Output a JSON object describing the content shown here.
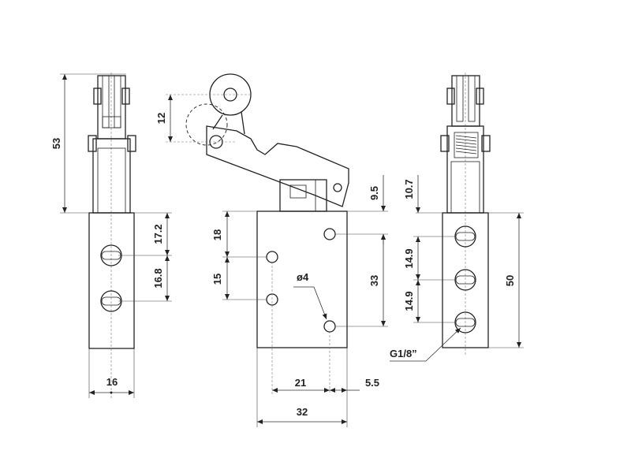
{
  "drawing": {
    "dimensions": {
      "left_height": "53",
      "left_upper_spacing": "17.2",
      "left_lower_spacing": "16.8",
      "left_width": "16",
      "mid_roller_offset": "12",
      "mid_port_spacing_upper": "18",
      "mid_port_spacing_lower": "15",
      "mid_hole_diameter": "ø4",
      "mid_port_to_top": "9.5",
      "mid_body_height": "33",
      "mid_hole_x": "21",
      "mid_hole_edge": "5.5",
      "mid_width": "32",
      "right_lever_offset": "10.7",
      "right_port_spacing_upper": "14.9",
      "right_port_spacing_lower": "14.9",
      "right_body_height": "50",
      "right_thread": "G1/8”"
    }
  }
}
